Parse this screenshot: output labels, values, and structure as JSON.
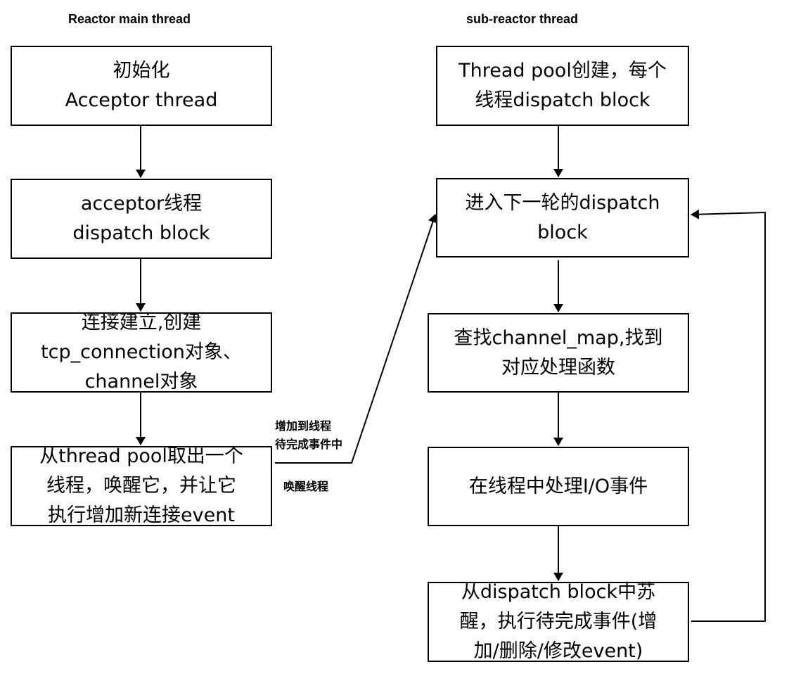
{
  "lanes": {
    "main": {
      "title": "Reactor main thread"
    },
    "sub": {
      "title": "sub-reactor thread"
    }
  },
  "main_steps": [
    {
      "id": "init",
      "text": "初始化\nAcceptor thread"
    },
    {
      "id": "acceptor-dispatch",
      "text": "acceptor线程\ndispatch block"
    },
    {
      "id": "connection-created",
      "text": "连接建立,创建\ntcp_connection对象、\nchannel对象"
    },
    {
      "id": "take-thread",
      "text": "从thread pool取出一个\n线程，唤醒它，并让它\n执行增加新连接event"
    }
  ],
  "sub_steps": [
    {
      "id": "pool-created",
      "text": "Thread pool创建，每个\n线程dispatch block"
    },
    {
      "id": "next-dispatch",
      "text": "进入下一轮的dispatch\nblock"
    },
    {
      "id": "lookup-channel-map",
      "text": "查找channel_map,找到\n对应处理函数"
    },
    {
      "id": "handle-io",
      "text": "在线程中处理I/O事件"
    },
    {
      "id": "wake-from-dispatch",
      "text": "从dispatch block中苏\n醒，执行待完成事件(增\n加/删除/修改event)"
    }
  ],
  "edge_labels": {
    "add_to_pending": "增加到线程\n待完成事件中",
    "wake_thread": "唤醒线程"
  },
  "edges": [
    {
      "from": "init",
      "to": "acceptor-dispatch"
    },
    {
      "from": "acceptor-dispatch",
      "to": "connection-created"
    },
    {
      "from": "connection-created",
      "to": "take-thread"
    },
    {
      "from": "take-thread",
      "to": "next-dispatch",
      "label": "add_to_pending"
    },
    {
      "from": "pool-created",
      "to": "next-dispatch"
    },
    {
      "from": "next-dispatch",
      "to": "lookup-channel-map"
    },
    {
      "from": "lookup-channel-map",
      "to": "handle-io"
    },
    {
      "from": "handle-io",
      "to": "wake-from-dispatch"
    },
    {
      "from": "wake-from-dispatch",
      "to": "next-dispatch"
    }
  ]
}
